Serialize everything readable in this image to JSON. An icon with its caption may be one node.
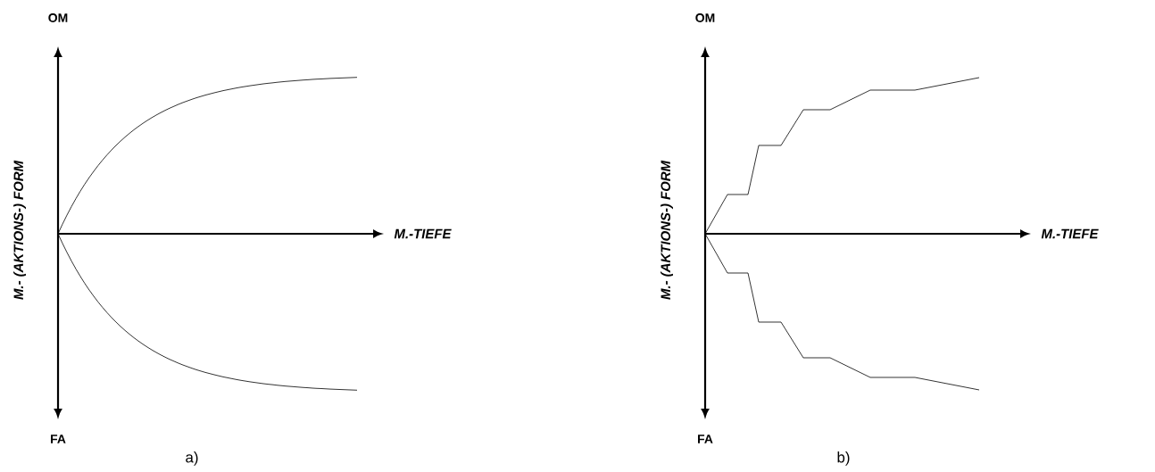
{
  "diagram": {
    "labels": [
      "OM",
      "M.- (AKTIONS-) FORM",
      "M.-TIEFE",
      "FA",
      "a)",
      "OM",
      "M.- (AKTIONS-) FORM",
      "M.-TIEFE",
      "FA",
      "b)"
    ]
  }
}
